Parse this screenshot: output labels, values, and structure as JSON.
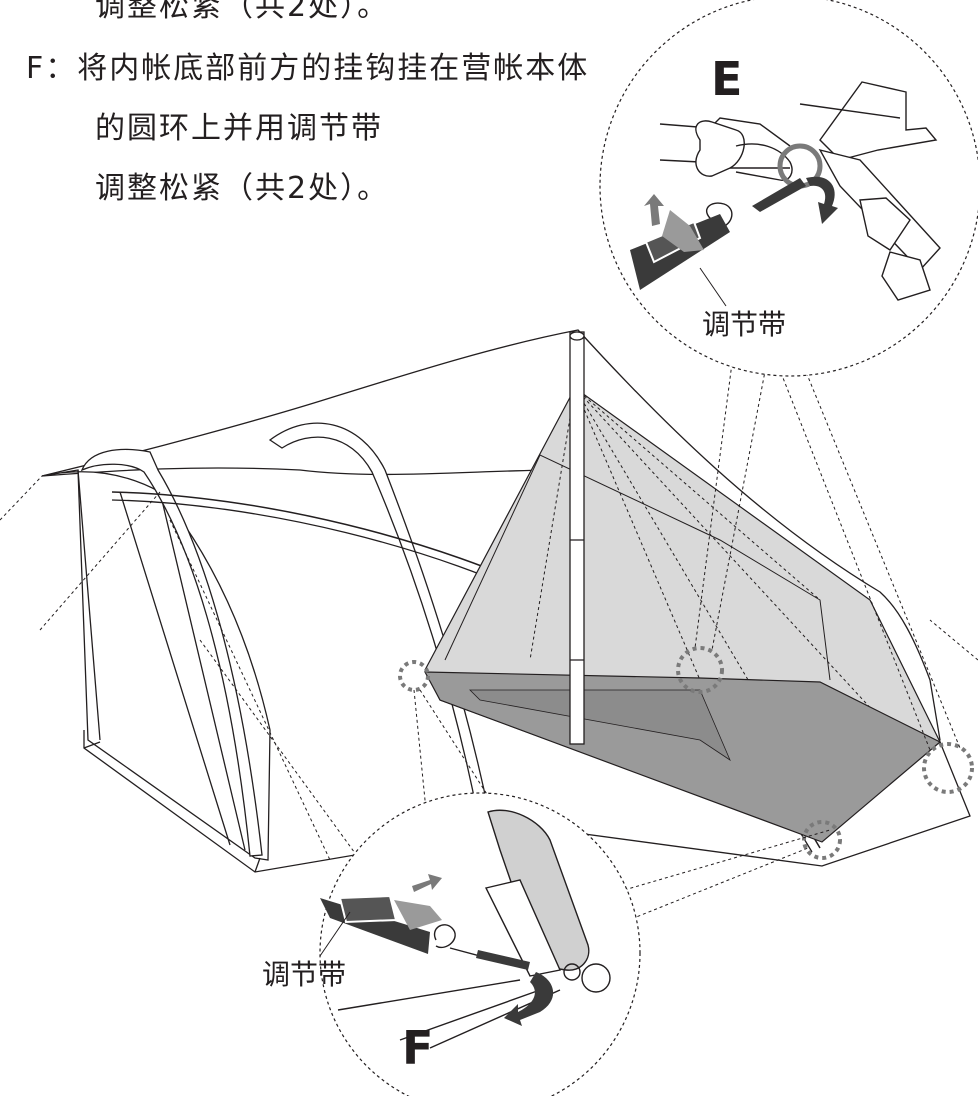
{
  "instructions": {
    "line_top": "调整松紧（共2处）。",
    "line_f1": "F：将内帐底部前方的挂钩挂在营帐本体",
    "line_f2": "的圆环上并用调节带",
    "line_f3": "调整松紧（共2处）。"
  },
  "detail_e": {
    "letter": "E",
    "strap_label": "调节带"
  },
  "detail_f": {
    "letter": "F",
    "strap_label": "调节带"
  },
  "colors": {
    "ink": "#231f20",
    "inner_tent": "#d9d9d9",
    "inner_floor": "#9a9a9a",
    "arrow": "#7a7a7a",
    "strap": "#3a3a3a"
  }
}
